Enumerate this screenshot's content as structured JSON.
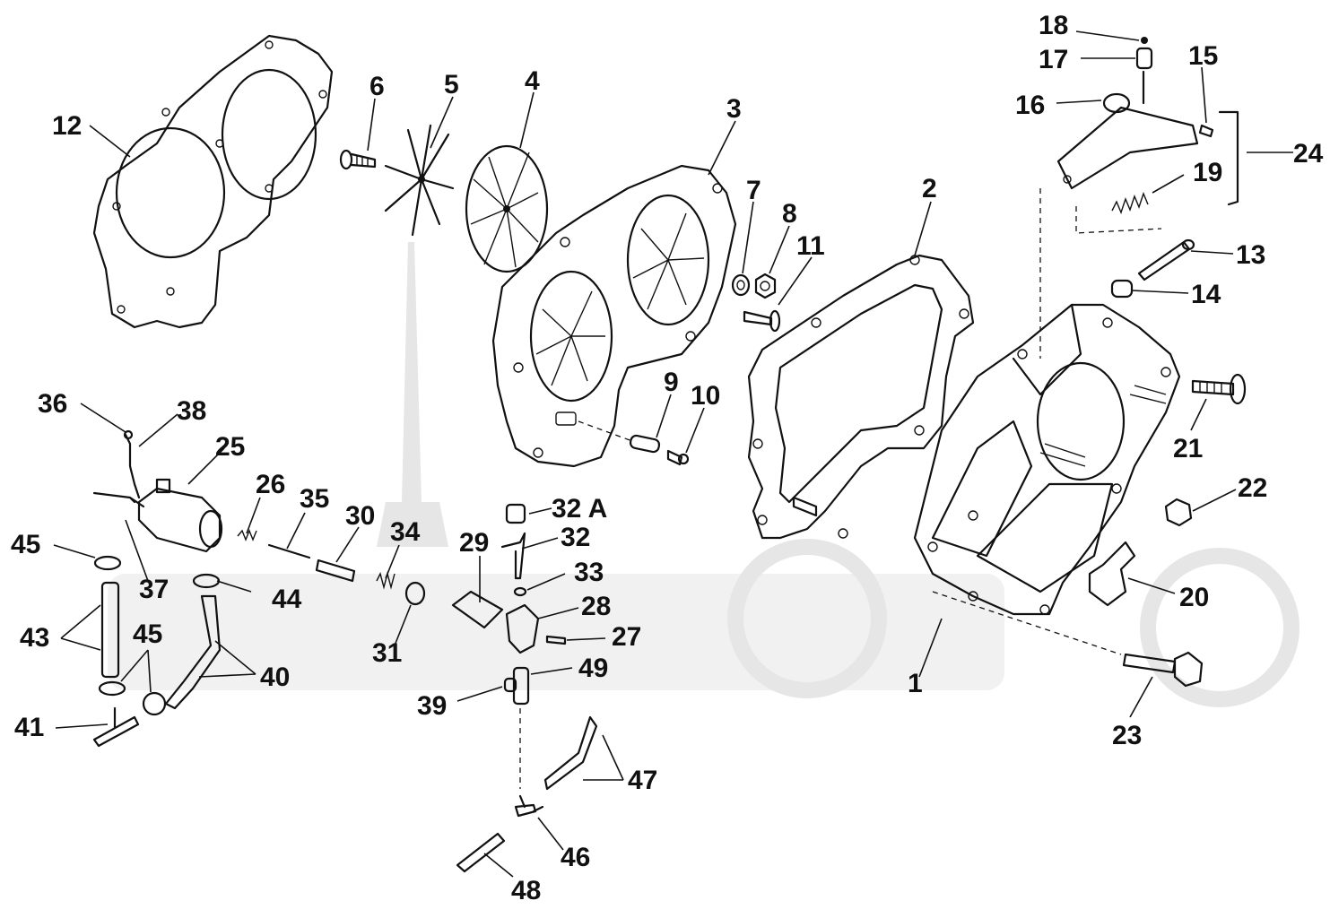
{
  "callouts": {
    "p1": "1",
    "p2": "2",
    "p3": "3",
    "p4": "4",
    "p5": "5",
    "p6": "6",
    "p7": "7",
    "p8": "8",
    "p9": "9",
    "p10": "10",
    "p11": "11",
    "p12": "12",
    "p13": "13",
    "p14": "14",
    "p15": "15",
    "p16": "16",
    "p17": "17",
    "p18": "18",
    "p19": "19",
    "p20": "20",
    "p21": "21",
    "p22": "22",
    "p23": "23",
    "p24": "24",
    "p25": "25",
    "p26": "26",
    "p27": "27",
    "p28": "28",
    "p29": "29",
    "p30": "30",
    "p31": "31",
    "p32": "32",
    "p32a": "32 A",
    "p33": "33",
    "p34": "34",
    "p35": "35",
    "p36": "36",
    "p37": "37",
    "p38": "38",
    "p39": "39",
    "p40": "40",
    "p41": "41",
    "p43": "43",
    "p44": "44",
    "p45a": "45",
    "p45b": "45",
    "p46": "46",
    "p47": "47",
    "p48": "48",
    "p49": "49"
  },
  "colors": {
    "ink": "#111111",
    "watermark": "#e6e6e6",
    "background": "#ffffff"
  }
}
